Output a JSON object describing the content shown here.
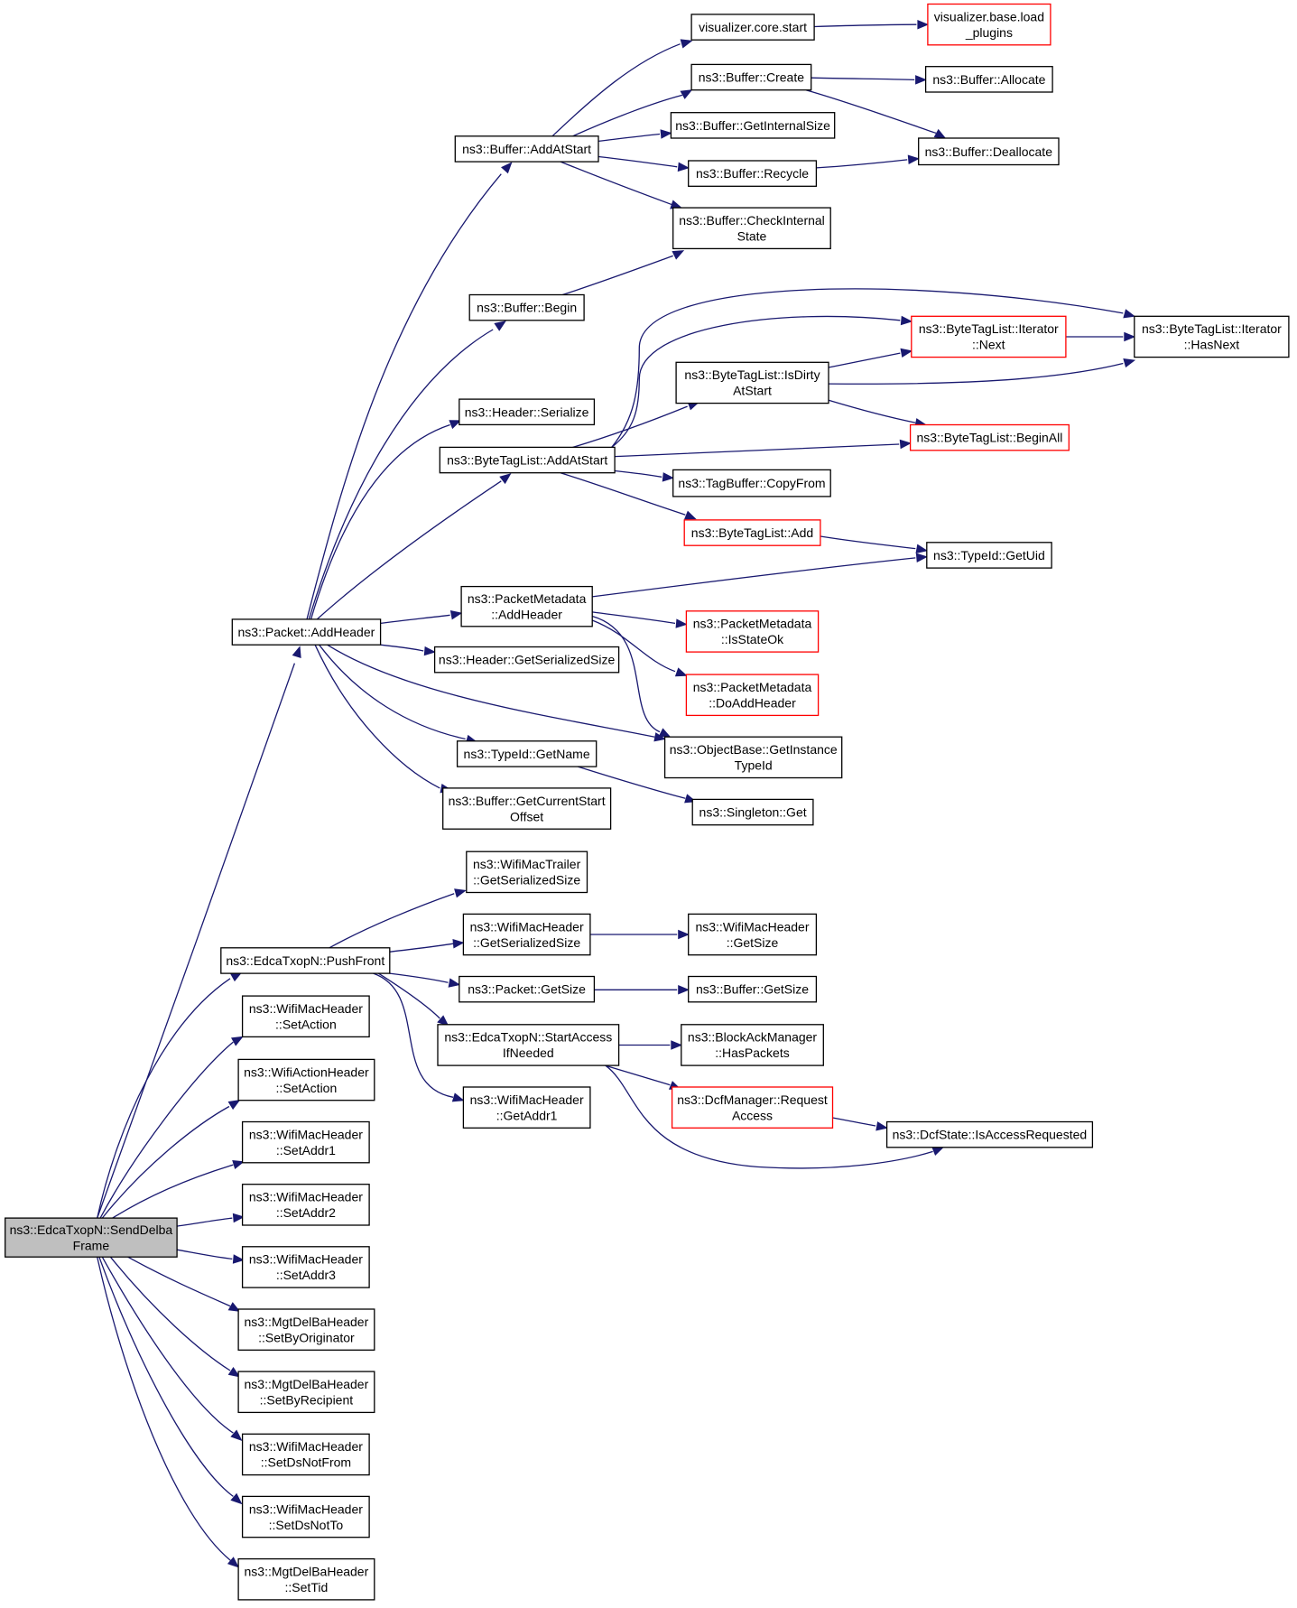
{
  "colors": {
    "edge": "#191970",
    "node_border": "#000000",
    "node_border_truncated": "#ff0000",
    "root_fill": "#bfbfbf",
    "node_fill": "#ffffff"
  },
  "nodes": [
    {
      "id": "root",
      "lines": [
        "ns3::EdcaTxopN::SendDelba",
        "Frame"
      ],
      "style": "root"
    },
    {
      "id": "packet_addheader",
      "lines": [
        "ns3::Packet::AddHeader"
      ],
      "style": "normal"
    },
    {
      "id": "pushfront",
      "lines": [
        "ns3::EdcaTxopN::PushFront"
      ],
      "style": "normal"
    },
    {
      "id": "wmh_setaction",
      "lines": [
        "ns3::WifiMacHeader",
        "::SetAction"
      ],
      "style": "normal"
    },
    {
      "id": "wah_setaction",
      "lines": [
        "ns3::WifiActionHeader",
        "::SetAction"
      ],
      "style": "normal"
    },
    {
      "id": "setaddr1",
      "lines": [
        "ns3::WifiMacHeader",
        "::SetAddr1"
      ],
      "style": "normal"
    },
    {
      "id": "setaddr2",
      "lines": [
        "ns3::WifiMacHeader",
        "::SetAddr2"
      ],
      "style": "normal"
    },
    {
      "id": "setaddr3",
      "lines": [
        "ns3::WifiMacHeader",
        "::SetAddr3"
      ],
      "style": "normal"
    },
    {
      "id": "setbyoriginator",
      "lines": [
        "ns3::MgtDelBaHeader",
        "::SetByOriginator"
      ],
      "style": "normal"
    },
    {
      "id": "setbyrecipient",
      "lines": [
        "ns3::MgtDelBaHeader",
        "::SetByRecipient"
      ],
      "style": "normal"
    },
    {
      "id": "setdsnotfrom",
      "lines": [
        "ns3::WifiMacHeader",
        "::SetDsNotFrom"
      ],
      "style": "normal"
    },
    {
      "id": "setdsnotto",
      "lines": [
        "ns3::WifiMacHeader",
        "::SetDsNotTo"
      ],
      "style": "normal"
    },
    {
      "id": "settid",
      "lines": [
        "ns3::MgtDelBaHeader",
        "::SetTid"
      ],
      "style": "normal"
    },
    {
      "id": "buf_addatstart",
      "lines": [
        "ns3::Buffer::AddAtStart"
      ],
      "style": "normal"
    },
    {
      "id": "buf_begin",
      "lines": [
        "ns3::Buffer::Begin"
      ],
      "style": "normal"
    },
    {
      "id": "hdr_serialize",
      "lines": [
        "ns3::Header::Serialize"
      ],
      "style": "normal"
    },
    {
      "id": "btl_addatstart",
      "lines": [
        "ns3::ByteTagList::AddAtStart"
      ],
      "style": "normal"
    },
    {
      "id": "pm_addheader",
      "lines": [
        "ns3::PacketMetadata",
        "::AddHeader"
      ],
      "style": "normal"
    },
    {
      "id": "hdr_getsersize",
      "lines": [
        "ns3::Header::GetSerializedSize"
      ],
      "style": "normal"
    },
    {
      "id": "typeid_getname",
      "lines": [
        "ns3::TypeId::GetName"
      ],
      "style": "normal"
    },
    {
      "id": "buf_getcurstart",
      "lines": [
        "ns3::Buffer::GetCurrentStart",
        "Offset"
      ],
      "style": "normal"
    },
    {
      "id": "vis_core_start",
      "lines": [
        "visualizer.core.start"
      ],
      "style": "normal"
    },
    {
      "id": "vis_base_load",
      "lines": [
        "visualizer.base.load",
        "_plugins"
      ],
      "style": "red"
    },
    {
      "id": "buf_create",
      "lines": [
        "ns3::Buffer::Create"
      ],
      "style": "normal"
    },
    {
      "id": "buf_allocate",
      "lines": [
        "ns3::Buffer::Allocate"
      ],
      "style": "normal"
    },
    {
      "id": "buf_getinternalsize",
      "lines": [
        "ns3::Buffer::GetInternalSize"
      ],
      "style": "normal"
    },
    {
      "id": "buf_recycle",
      "lines": [
        "ns3::Buffer::Recycle"
      ],
      "style": "normal"
    },
    {
      "id": "buf_deallocate",
      "lines": [
        "ns3::Buffer::Deallocate"
      ],
      "style": "normal"
    },
    {
      "id": "buf_checkinternal",
      "lines": [
        "ns3::Buffer::CheckInternal",
        "State"
      ],
      "style": "normal"
    },
    {
      "id": "btl_iter_next",
      "lines": [
        "ns3::ByteTagList::Iterator",
        "::Next"
      ],
      "style": "red"
    },
    {
      "id": "btl_iter_hasnext",
      "lines": [
        "ns3::ByteTagList::Iterator",
        "::HasNext"
      ],
      "style": "normal"
    },
    {
      "id": "btl_isdirty",
      "lines": [
        "ns3::ByteTagList::IsDirty",
        "AtStart"
      ],
      "style": "normal"
    },
    {
      "id": "btl_beginall",
      "lines": [
        "ns3::ByteTagList::BeginAll"
      ],
      "style": "red"
    },
    {
      "id": "tagbuf_copyfrom",
      "lines": [
        "ns3::TagBuffer::CopyFrom"
      ],
      "style": "normal"
    },
    {
      "id": "btl_add",
      "lines": [
        "ns3::ByteTagList::Add"
      ],
      "style": "red"
    },
    {
      "id": "typeid_getuid",
      "lines": [
        "ns3::TypeId::GetUid"
      ],
      "style": "normal"
    },
    {
      "id": "pm_isstateok",
      "lines": [
        "ns3::PacketMetadata",
        "::IsStateOk"
      ],
      "style": "red"
    },
    {
      "id": "pm_doaddheader",
      "lines": [
        "ns3::PacketMetadata",
        "::DoAddHeader"
      ],
      "style": "red"
    },
    {
      "id": "ob_getinstancetypeid",
      "lines": [
        "ns3::ObjectBase::GetInstance",
        "TypeId"
      ],
      "style": "normal"
    },
    {
      "id": "singleton_get",
      "lines": [
        "ns3::Singleton::Get"
      ],
      "style": "normal"
    },
    {
      "id": "wmt_getsersize",
      "lines": [
        "ns3::WifiMacTrailer",
        "::GetSerializedSize"
      ],
      "style": "normal"
    },
    {
      "id": "wmh_getsersize",
      "lines": [
        "ns3::WifiMacHeader",
        "::GetSerializedSize"
      ],
      "style": "normal"
    },
    {
      "id": "wmh_getsize",
      "lines": [
        "ns3::WifiMacHeader",
        "::GetSize"
      ],
      "style": "normal"
    },
    {
      "id": "packet_getsize",
      "lines": [
        "ns3::Packet::GetSize"
      ],
      "style": "normal"
    },
    {
      "id": "buf_getsize",
      "lines": [
        "ns3::Buffer::GetSize"
      ],
      "style": "normal"
    },
    {
      "id": "startaccess",
      "lines": [
        "ns3::EdcaTxopN::StartAccess",
        "IfNeeded"
      ],
      "style": "normal"
    },
    {
      "id": "bam_haspackets",
      "lines": [
        "ns3::BlockAckManager",
        "::HasPackets"
      ],
      "style": "normal"
    },
    {
      "id": "wmh_getaddr1",
      "lines": [
        "ns3::WifiMacHeader",
        "::GetAddr1"
      ],
      "style": "normal"
    },
    {
      "id": "dcf_requestaccess",
      "lines": [
        "ns3::DcfManager::Request",
        "Access"
      ],
      "style": "red"
    },
    {
      "id": "dcfstate_isaccessreq",
      "lines": [
        "ns3::DcfState::IsAccessRequested"
      ],
      "style": "normal"
    }
  ]
}
